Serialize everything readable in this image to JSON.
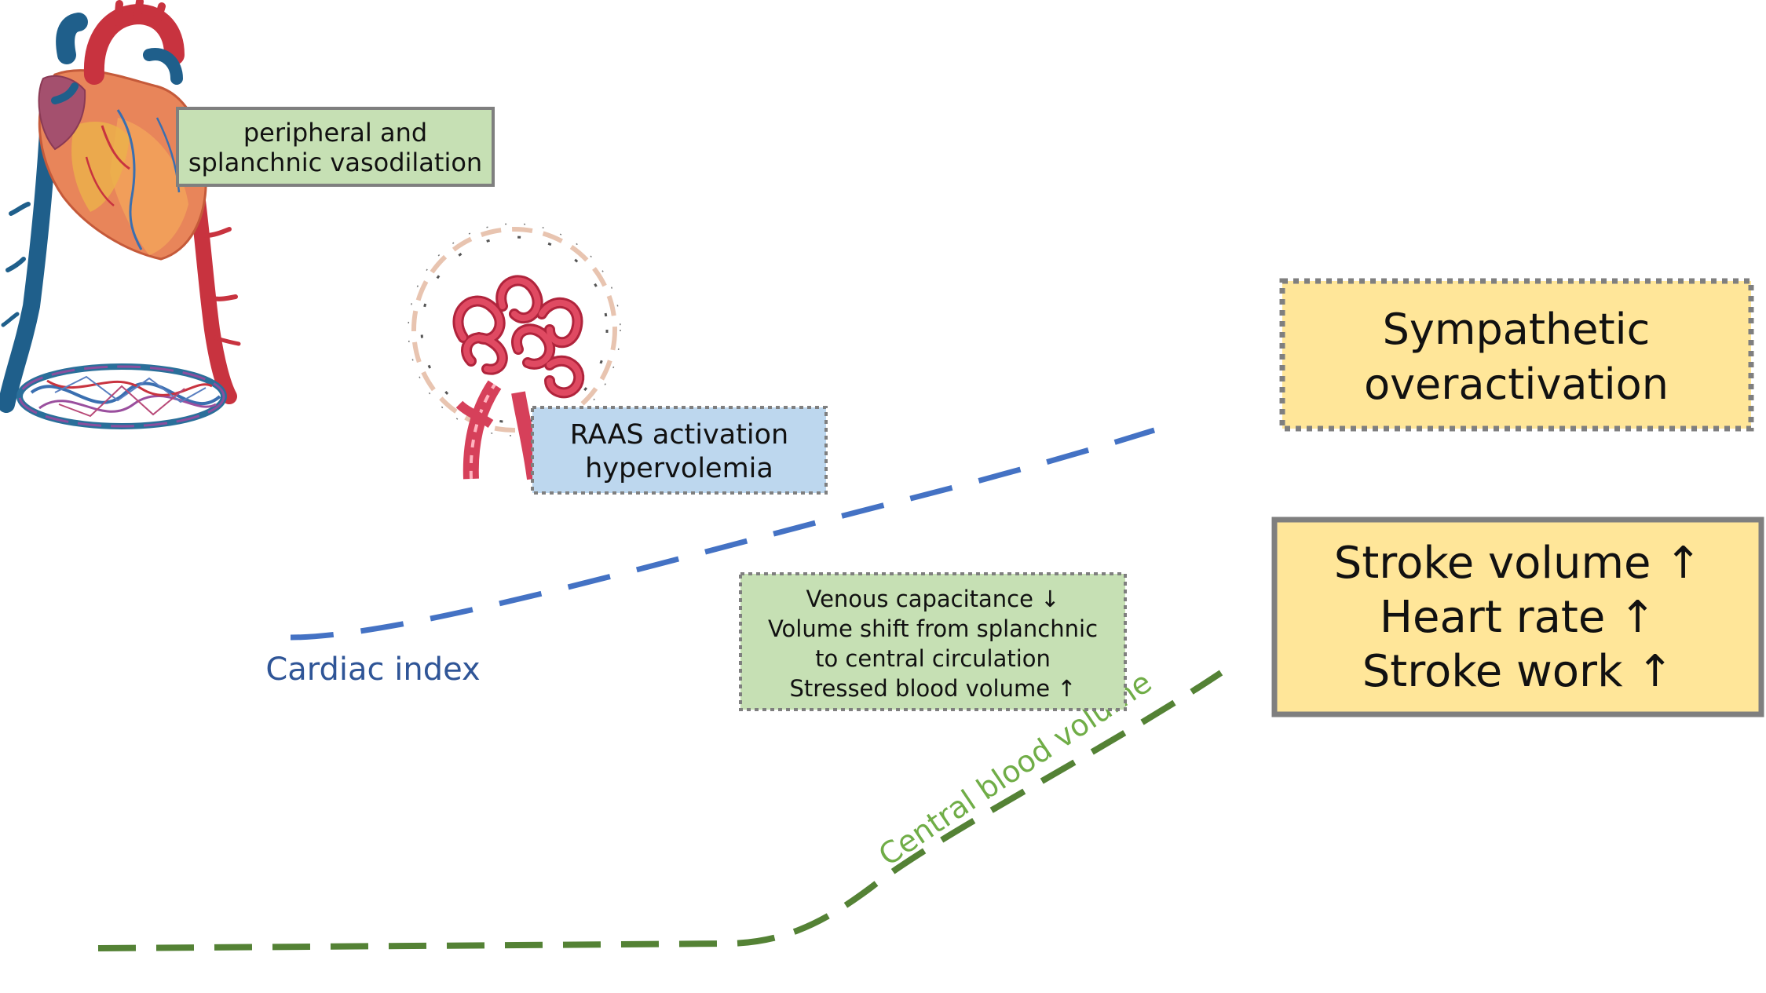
{
  "boxes": {
    "vasodilation": {
      "lines": [
        "peripheral and",
        "splanchnic vasodilation"
      ],
      "fill": "#c6e0b4",
      "border": "#7f7f7f"
    },
    "raas": {
      "lines": [
        "RAAS activation",
        "hypervolemia"
      ],
      "fill": "#bdd7ee",
      "border": "#7f7f7f"
    },
    "venous": {
      "lines": [
        "Venous capacitance ↓",
        "Volume shift from splanchnic",
        "to central circulation",
        "Stressed blood volume ↑"
      ],
      "fill": "#c6e0b4",
      "border": "#7f7f7f"
    },
    "sympathetic": {
      "lines": [
        "Sympathetic",
        "overactivation"
      ],
      "fill": "#ffe699",
      "border": "#7f7f7f"
    },
    "stroke": {
      "lines": [
        "Stroke volume ↑",
        "Heart rate ↑",
        "Stroke work ↑"
      ],
      "fill": "#ffe699",
      "border": "#7f7f7f"
    }
  },
  "curves": {
    "cardiac_index": {
      "label": "Cardiac index",
      "color": "#4472c4",
      "label_color": "#2f5597"
    },
    "central_blood_volume": {
      "label": "Central blood volume",
      "color": "#548235",
      "label_color": "#70ad47"
    }
  },
  "icons": {
    "heart": "heart-circulation-icon",
    "kidney": "glomerulus-icon"
  }
}
